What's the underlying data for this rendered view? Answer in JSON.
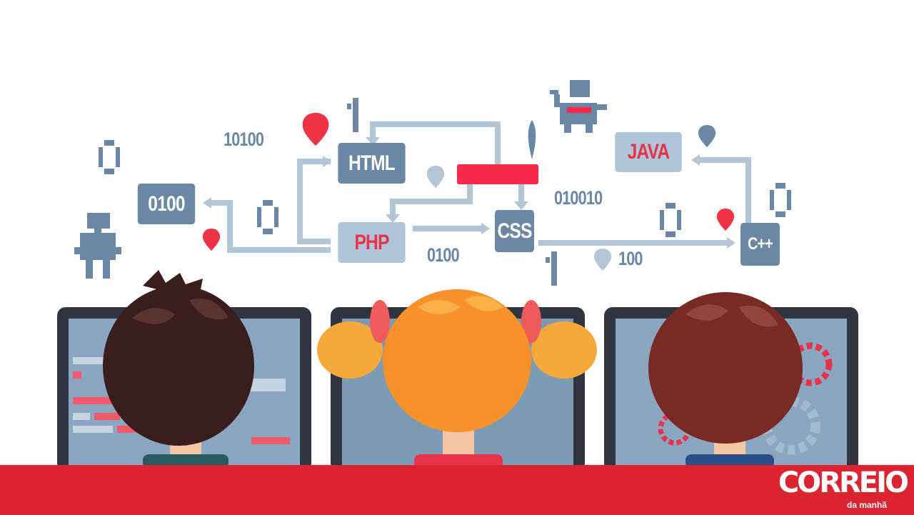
{
  "diagram": {
    "nodes": {
      "html": "HTML",
      "php": "PHP",
      "css": "CSS",
      "java": "JAVA",
      "cpp": "C++",
      "binary_box": "0100"
    },
    "binary_labels": [
      "10100",
      "010010",
      "0100",
      "100"
    ]
  },
  "logo": {
    "main": "CORREIO",
    "sub": "da manhã"
  },
  "colors": {
    "node_dark": "#6a87a5",
    "node_light": "#afc5d9",
    "accent_red": "#e8334a",
    "band": "#dc2430"
  }
}
